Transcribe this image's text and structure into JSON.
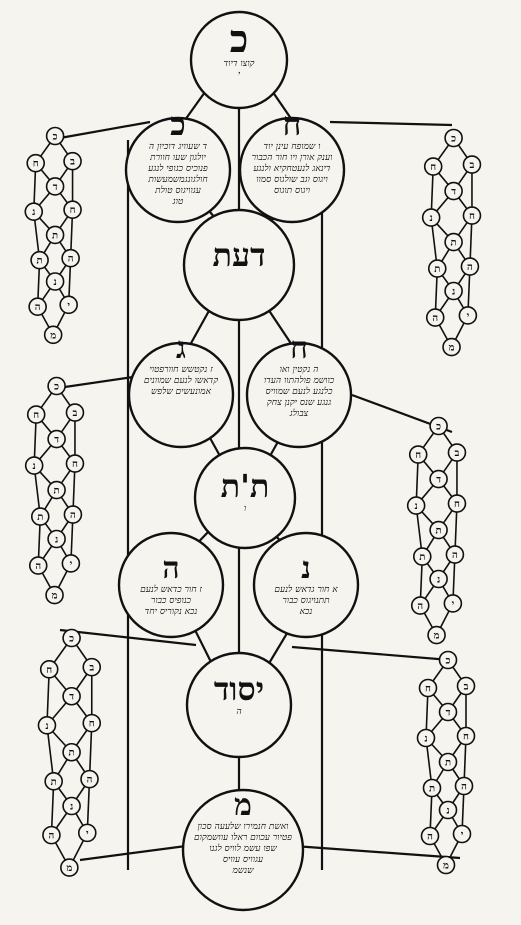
{
  "sefirot": [
    {
      "id": "keter",
      "letter": "כ",
      "notes": [
        "קוצו דיוד",
        "י"
      ]
    },
    {
      "id": "binah",
      "letter": "כ",
      "notes": [
        "ד שעוויג דוכיון ה",
        "יולגון שעו חוורת",
        "פנוכיס כגופי לנגע",
        "חולגונגמשמעשות",
        "עגוויגוס טולת",
        "טוג"
      ]
    },
    {
      "id": "chokhmah",
      "letter": "ח",
      "notes": [
        "ו שמופח עינן יוד",
        "וענק אורן ויו חור הכבור",
        "דינאג לנעטחקיא ולנגע",
        "ויגוס וגב שולגוס סמוו",
        "ויגוס תוגוס"
      ]
    },
    {
      "id": "daat",
      "letter": "דעת",
      "notes": []
    },
    {
      "id": "gevurah",
      "letter": "ג",
      "notes": [
        "ז נקטשש חוורפטוי",
        "קדאשו לנעם שמוונים",
        "אמונעשים שלפש"
      ]
    },
    {
      "id": "chesed",
      "letter": "ח",
      "notes": [
        "ה נקטין ואו",
        "כוושמ פולהתוו העדו",
        "כלנגע לנעם שמוויס",
        "גנגע שנס יקנן צחק",
        "צבולג"
      ]
    },
    {
      "id": "tiferet",
      "letter": "ת'ת",
      "notes": [
        "ו"
      ]
    },
    {
      "id": "hod",
      "letter": "ה",
      "notes": [
        "ז חור כדאש לנעם",
        "כנופיס כבור",
        "נכא נקוריס יחד"
      ]
    },
    {
      "id": "netzach",
      "letter": "נ",
      "notes": [
        "א חור גדאש לנעם",
        "תתנויגוס כבור",
        "נכא"
      ]
    },
    {
      "id": "yesod",
      "letter": "יסוד",
      "notes": [
        "ה"
      ]
    },
    {
      "id": "malkhut",
      "letter": "מ",
      "notes": [
        "ואשת חנמירו שלעעה סכון",
        "פטיור עכוום ראלו עוושמקום",
        "שפו עשמ לוויס לגנו",
        "עגוויס עוויס",
        "שנשמ"
      ]
    }
  ],
  "mini_node_letters": [
    "כ",
    "ח",
    "ב",
    "ד",
    "נ",
    "ח",
    "ת",
    "ת",
    "ה",
    "נ",
    "ה",
    "י",
    "מ"
  ]
}
